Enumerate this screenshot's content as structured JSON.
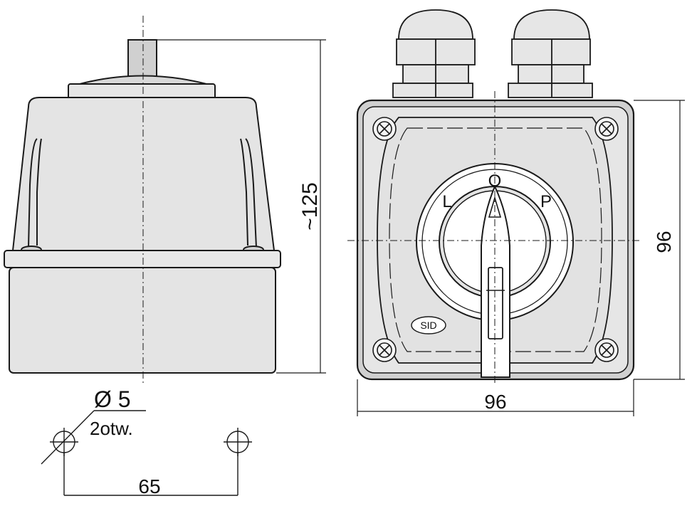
{
  "side_view": {
    "height_label": "~125"
  },
  "front_view": {
    "width_label": "96",
    "height_label": "96",
    "positions": {
      "left": "L",
      "off": "O",
      "right": "P"
    },
    "logo_text": "SID"
  },
  "mounting": {
    "hole_diameter_label": "Ø 5",
    "hole_count_label": "2otw.",
    "spacing_label": "65"
  },
  "colors": {
    "line": "#1a1a1a",
    "body_fill": "#e4e4e4",
    "body_shadow": "#cfcfcf",
    "knob_fill": "#ffffff",
    "bezel_fill": "#d6d6d6"
  }
}
